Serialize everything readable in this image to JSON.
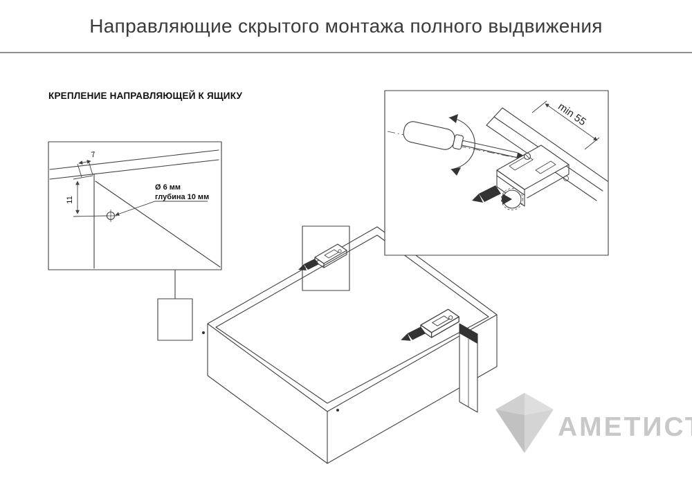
{
  "header": {
    "title": "Направляющие скрытого монтажа полного выдвижения"
  },
  "diagram": {
    "section_heading": "КРЕПЛЕНИЕ НАПРАВЛЯЮЩЕЙ К ЯЩИКУ",
    "left_detail": {
      "dim_top": "7",
      "dim_side": "11",
      "hole_diameter": "Ø 6 мм",
      "hole_depth": "глубина 10 мм"
    },
    "right_detail": {
      "min_distance": "min 55"
    }
  },
  "watermark": {
    "brand": "АМЕТИСТ"
  },
  "colors": {
    "line": "#3f3f3f",
    "title_text": "#3b3b3b",
    "divider": "#8f8f8f",
    "watermark": "#c8c8c8",
    "background": "#ffffff"
  }
}
